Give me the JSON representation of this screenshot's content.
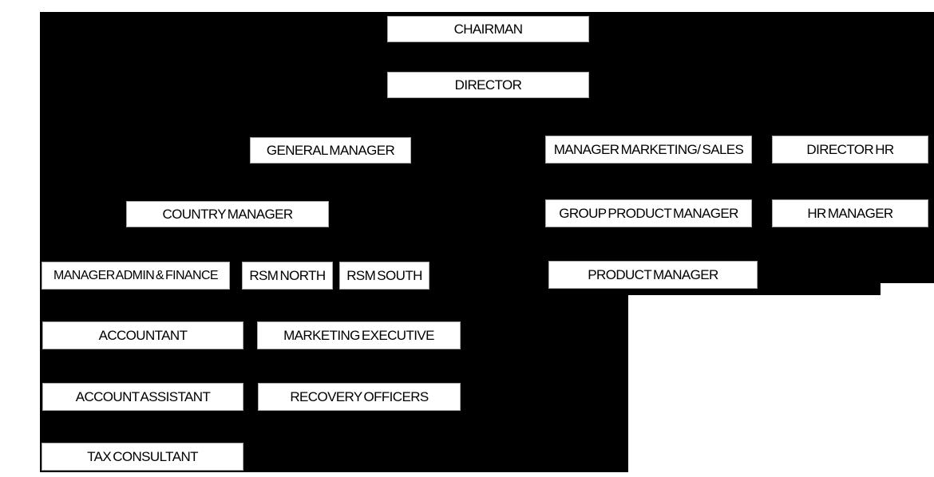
{
  "diagram": {
    "type": "org-chart",
    "colors": {
      "page_background": "#ffffff",
      "chart_background": "#000000",
      "node_fill": "#ffffff",
      "node_text": "#000000",
      "node_border": "#a8a8a8"
    },
    "nodes": [
      {
        "id": "chairman",
        "label": "CHAIRMAN",
        "row": 1
      },
      {
        "id": "director",
        "label": "DIRECTOR",
        "row": 2
      },
      {
        "id": "general-manager",
        "label": "GENERAL MANAGER",
        "row": 3
      },
      {
        "id": "manager-marketing-sales",
        "label": "MANAGER MARKETING/ SALES",
        "row": 3
      },
      {
        "id": "director-hr",
        "label": "DIRECTOR HR",
        "row": 3
      },
      {
        "id": "country-manager",
        "label": "COUNTRY MANAGER",
        "row": 4
      },
      {
        "id": "group-product-manager",
        "label": "GROUP PRODUCT MANAGER",
        "row": 4
      },
      {
        "id": "hr-manager",
        "label": "HR MANAGER",
        "row": 4
      },
      {
        "id": "manager-admin-finance",
        "label": "MANAGER ADMIN & FINANCE",
        "row": 5
      },
      {
        "id": "rsm-north",
        "label": "RSM NORTH",
        "row": 5
      },
      {
        "id": "rsm-south",
        "label": "RSM SOUTH",
        "row": 5
      },
      {
        "id": "product-manager",
        "label": "PRODUCT MANAGER",
        "row": 5
      },
      {
        "id": "accountant",
        "label": "ACCOUNTANT",
        "row": 6
      },
      {
        "id": "marketing-executive",
        "label": "MARKETING EXECUTIVE",
        "row": 6
      },
      {
        "id": "account-assistant",
        "label": "ACCOUNT ASSISTANT",
        "row": 7
      },
      {
        "id": "recovery-officers",
        "label": "RECOVERY OFFICERS",
        "row": 7
      },
      {
        "id": "tax-consultant",
        "label": "TAX CONSULTANT",
        "row": 8
      }
    ]
  }
}
